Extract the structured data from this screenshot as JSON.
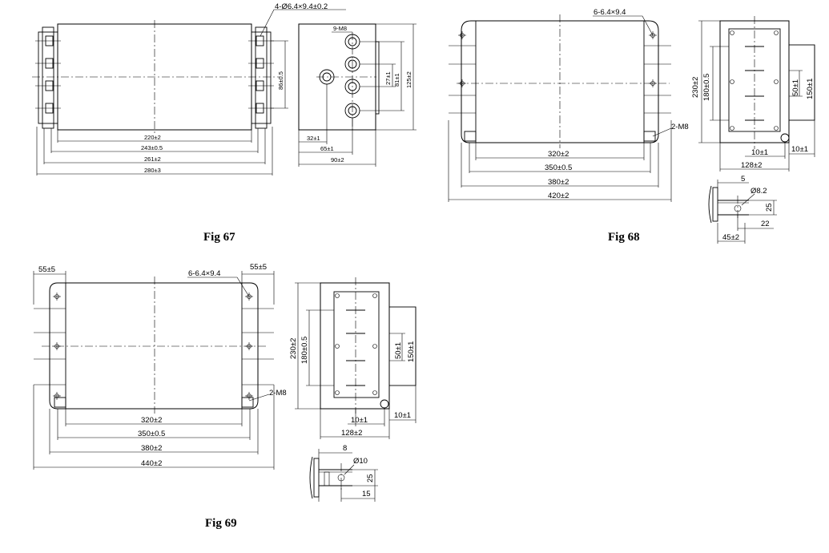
{
  "figures": [
    {
      "caption": "Fig 67",
      "callouts": {
        "holes": "4-Ø6.4×9.4±0.2",
        "terminals": "9-M8"
      },
      "dims": {
        "d220": "220±2",
        "d243": "243±0.5",
        "d261": "261±2",
        "d280": "280±3",
        "d86": "86±0.5",
        "d27": "27±1",
        "d81": "81±1",
        "d125": "125±2",
        "d32": "32±1",
        "d65": "65±1",
        "d90": "90±2"
      }
    },
    {
      "caption": "Fig 68",
      "callouts": {
        "holes": "6-6.4×9.4",
        "ground": "2-M8"
      },
      "dims": {
        "d320": "320±2",
        "d350": "350±0.5",
        "d380": "380±2",
        "d420": "420±2",
        "d230": "230±2",
        "d180": "180±0.5",
        "d50": "50±1",
        "d150": "150±1",
        "d10a": "10±1",
        "d10b": "10±1",
        "d128": "128±2",
        "t5": "5",
        "tdia": "Ø8.2",
        "t25": "25",
        "t22": "22",
        "t45": "45±2"
      }
    },
    {
      "caption": "Fig 69",
      "callouts": {
        "holes": "6-6.4×9.4",
        "ground": "2-M8",
        "left55": "55±5",
        "right55": "55±5"
      },
      "dims": {
        "d320": "320±2",
        "d350": "350±0.5",
        "d380": "380±2",
        "d440": "440±2",
        "d230": "230±2",
        "d180": "180±0.5",
        "d50": "50±1",
        "d150": "150±1",
        "d10a": "10±1",
        "d10b": "10±1",
        "d128": "128±2",
        "t8": "8",
        "tdia": "Ø10",
        "t25": "25",
        "t15": "15"
      }
    }
  ]
}
